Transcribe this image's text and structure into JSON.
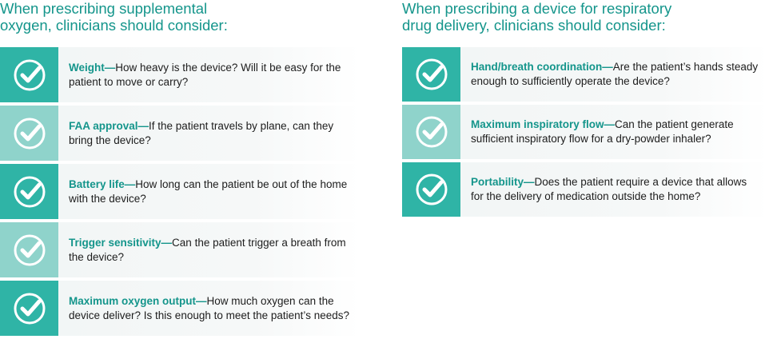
{
  "left": {
    "heading": "When prescribing supplemental\noxygen, clinicians should consider:",
    "items": [
      {
        "term": "Weight—",
        "desc": "How heavy is the device? Will it be easy for the patient to move or carry?",
        "bg": "#2fb4a6"
      },
      {
        "term": "FAA approval—",
        "desc": "If the patient travels by plane, can they bring the device?",
        "bg": "#8fd3cb"
      },
      {
        "term": "Battery life—",
        "desc": "How long can the patient be out of the home with the device?",
        "bg": "#2fb4a6"
      },
      {
        "term": "Trigger sensitivity—",
        "desc": "Can the patient trigger a breath from the device?",
        "bg": "#8fd3cb"
      },
      {
        "term": "Maximum oxygen output—",
        "desc": "How much oxygen can the device deliver? Is this enough to meet the patient’s needs?",
        "bg": "#2fb4a6"
      }
    ]
  },
  "right": {
    "heading": "When prescribing a device for respiratory\ndrug delivery, clinicians should consider:",
    "items": [
      {
        "term": "Hand/breath coordination—",
        "desc": "Are the patient’s hands steady enough to sufficiently operate the device?",
        "bg": "#2fb4a6"
      },
      {
        "term": "Maximum inspiratory flow—",
        "desc": "Can the patient generate sufficient inspiratory flow for a dry-powder inhaler?",
        "bg": "#8fd3cb"
      },
      {
        "term": "Portability—",
        "desc": "Does the patient require a device that allows for the delivery of medication outside the home?",
        "bg": "#2fb4a6"
      }
    ]
  },
  "icon": "check-circle-icon",
  "colors": {
    "accent": "#14958b",
    "icon_dark": "#2fb4a6",
    "icon_light": "#8fd3cb"
  }
}
